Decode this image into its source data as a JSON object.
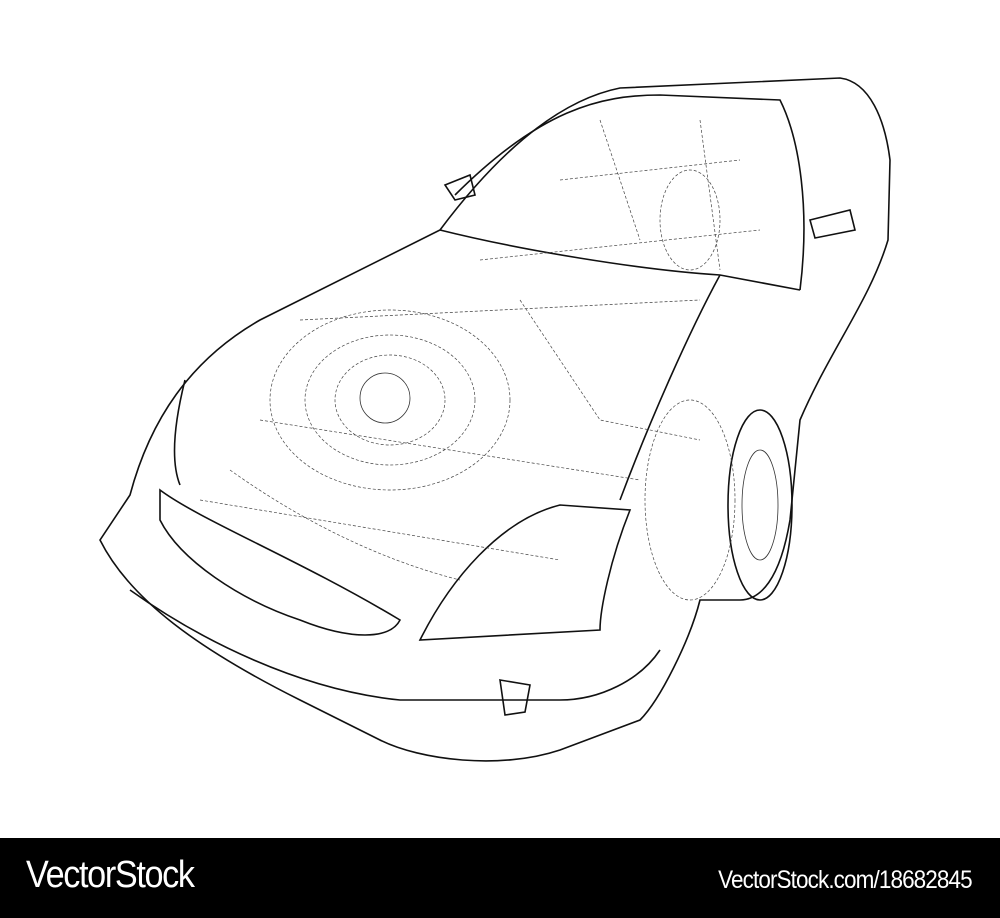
{
  "image": {
    "subject": "car-wireframe-drawing",
    "line_color": "#111111",
    "background": "#ffffff"
  },
  "watermark": {
    "brand": "VectorStock",
    "reference": "VectorStock.com/18682845",
    "bar_color": "#000000",
    "text_color": "#ffffff"
  }
}
